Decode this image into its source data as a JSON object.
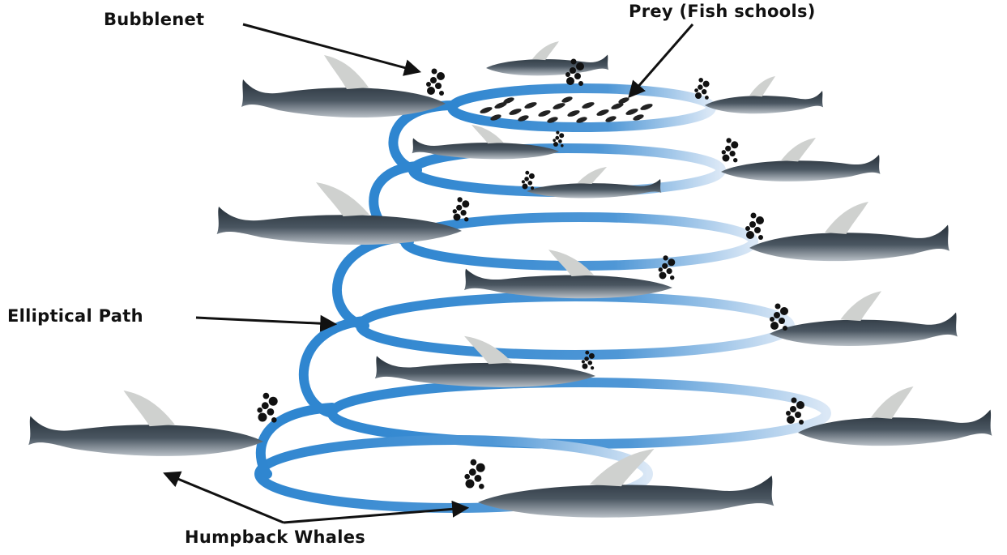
{
  "labels": {
    "bubblenet": "Bubblenet",
    "prey": "Prey (Fish schools)",
    "elliptical_path": "Elliptical Path",
    "humpback_whales": "Humpback Whales"
  },
  "colors": {
    "spiral_path": "#2f86d0",
    "spiral_fade": "#d6e6f6",
    "whale_body": "#3b4650",
    "whale_belly": "#c9ced4",
    "fin": "#cfd1cf",
    "bubbles": "#111111",
    "fish": "#222222",
    "arrow": "#111111",
    "text": "#111111"
  },
  "icons": {
    "whale": "humpback-whale-icon",
    "bubbles": "bubble-cluster-icon",
    "fish_school": "fish-school-icon"
  }
}
